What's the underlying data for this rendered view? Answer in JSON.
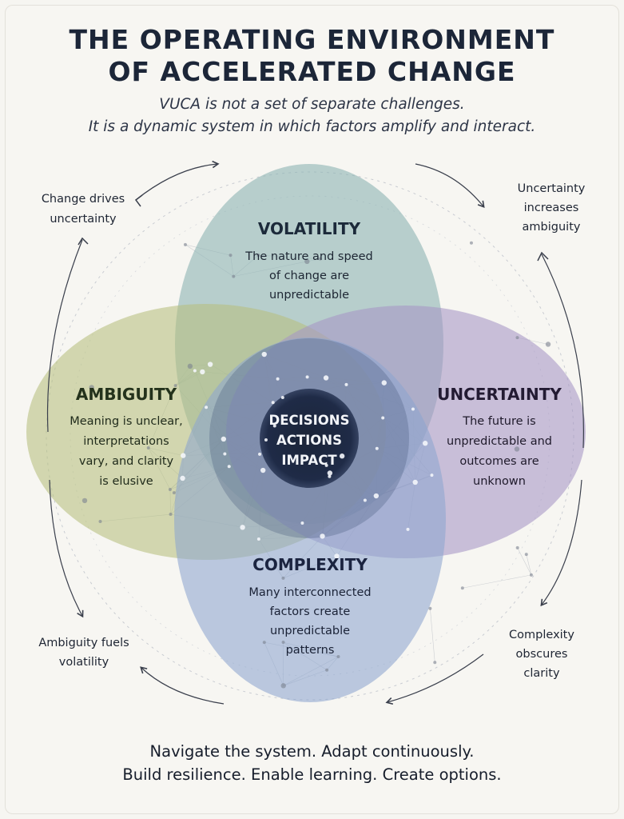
{
  "title": {
    "line1": "THE OPERATING ENVIRONMENT",
    "line2": "OF ACCELERATED CHANGE"
  },
  "subtitle": {
    "line1": "VUCA is not a set of separate challenges.",
    "line2": "It is a dynamic system in which factors amplify and interact."
  },
  "petals": {
    "volatility": {
      "heading": "VOLATILITY",
      "lines": [
        "The nature and speed",
        "of change are",
        "unpredictable"
      ],
      "color": "#8fb4b4"
    },
    "ambiguity": {
      "heading": "AMBIGUITY",
      "lines": [
        "Meaning is unclear,",
        "interpretations",
        "vary, and clarity",
        "is elusive"
      ],
      "color": "#b7bf7e"
    },
    "uncertainty": {
      "heading": "UNCERTAINTY",
      "lines": [
        "The future is",
        "unpredictable and",
        "outcomes are",
        "unknown"
      ],
      "color": "#a596c4"
    },
    "complexity": {
      "heading": "COMPLEXITY",
      "lines": [
        "Many interconnected",
        "factors create",
        "unpredictable",
        "patterns"
      ],
      "color": "#8ea5cf"
    }
  },
  "center": {
    "lines": [
      "DECISIONS",
      "ACTIONS",
      "IMPACT"
    ],
    "color": "#1e2a45"
  },
  "connectors": {
    "top_left": [
      "Change drives",
      "uncertainty"
    ],
    "top_right": [
      "Uncertainty",
      "increases",
      "ambiguity"
    ],
    "bottom_left": [
      "Ambiguity fuels",
      "volatility"
    ],
    "bottom_right": [
      "Complexity",
      "obscures",
      "clarity"
    ]
  },
  "footer": {
    "line1": "Navigate the system. Adapt continuously.",
    "line2": "Build resilience. Enable learning. Create options."
  }
}
